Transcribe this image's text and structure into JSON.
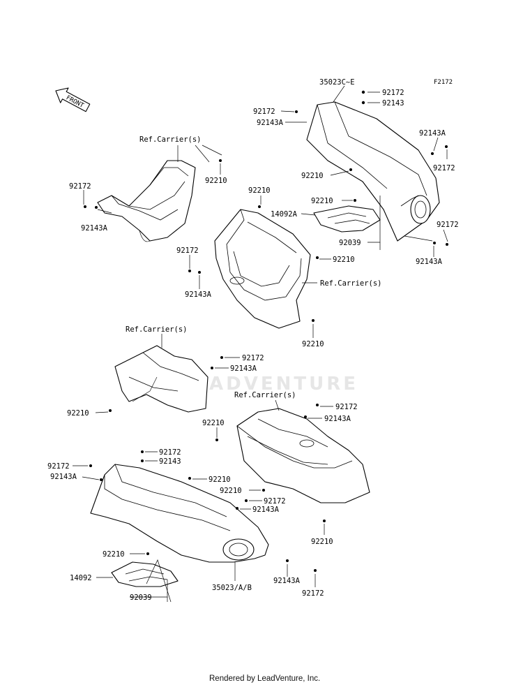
{
  "figure_code": "F2172",
  "front_label": "FRONT",
  "watermark": "ADVENTURE",
  "footer": "Rendered by LeadVenture, Inc.",
  "labels": {
    "p35023ce": "35023C~E",
    "p92172_a": "92172",
    "p92143_a": "92143",
    "p92172_b": "92172",
    "p92143a_b": "92143A",
    "p92143a_c": "92143A",
    "p92172_c": "92172",
    "p92210_a": "92210",
    "p92210_b": "92210",
    "p14092a": "14092A",
    "p92039_a": "92039",
    "p92172_d": "92172",
    "p92143a_d": "92143A",
    "refcarrier_a": "Ref.Carrier(s)",
    "p92210_c": "92210",
    "p92172_e": "92172",
    "p92143a_e": "92143A",
    "p92210_d": "92210",
    "p92210_e": "92210",
    "p92172_f": "92172",
    "p92143a_f": "92143A",
    "refcarrier_b": "Ref.Carrier(s)",
    "p92210_f": "92210",
    "refcarrier_c": "Ref.Carrier(s)",
    "p92172_g": "92172",
    "p92143a_g": "92143A",
    "p92210_g": "92210",
    "refcarrier_d": "Ref.Carrier(s)",
    "p92172_h": "92172",
    "p92143a_h": "92143A",
    "p92210_h": "92210",
    "p92172_i": "92172",
    "p92143_i": "92143",
    "p92172_j": "92172",
    "p92143a_j": "92143A",
    "p92210_i": "92210",
    "p92210_j": "92210",
    "p92172_k": "92172",
    "p92143a_k": "92143A",
    "p92210_k": "92210",
    "p92210_l": "92210",
    "p14092": "14092",
    "p92039_b": "92039",
    "p35023ab": "35023/A/B",
    "p92143a_l": "92143A",
    "p92172_l": "92172"
  }
}
